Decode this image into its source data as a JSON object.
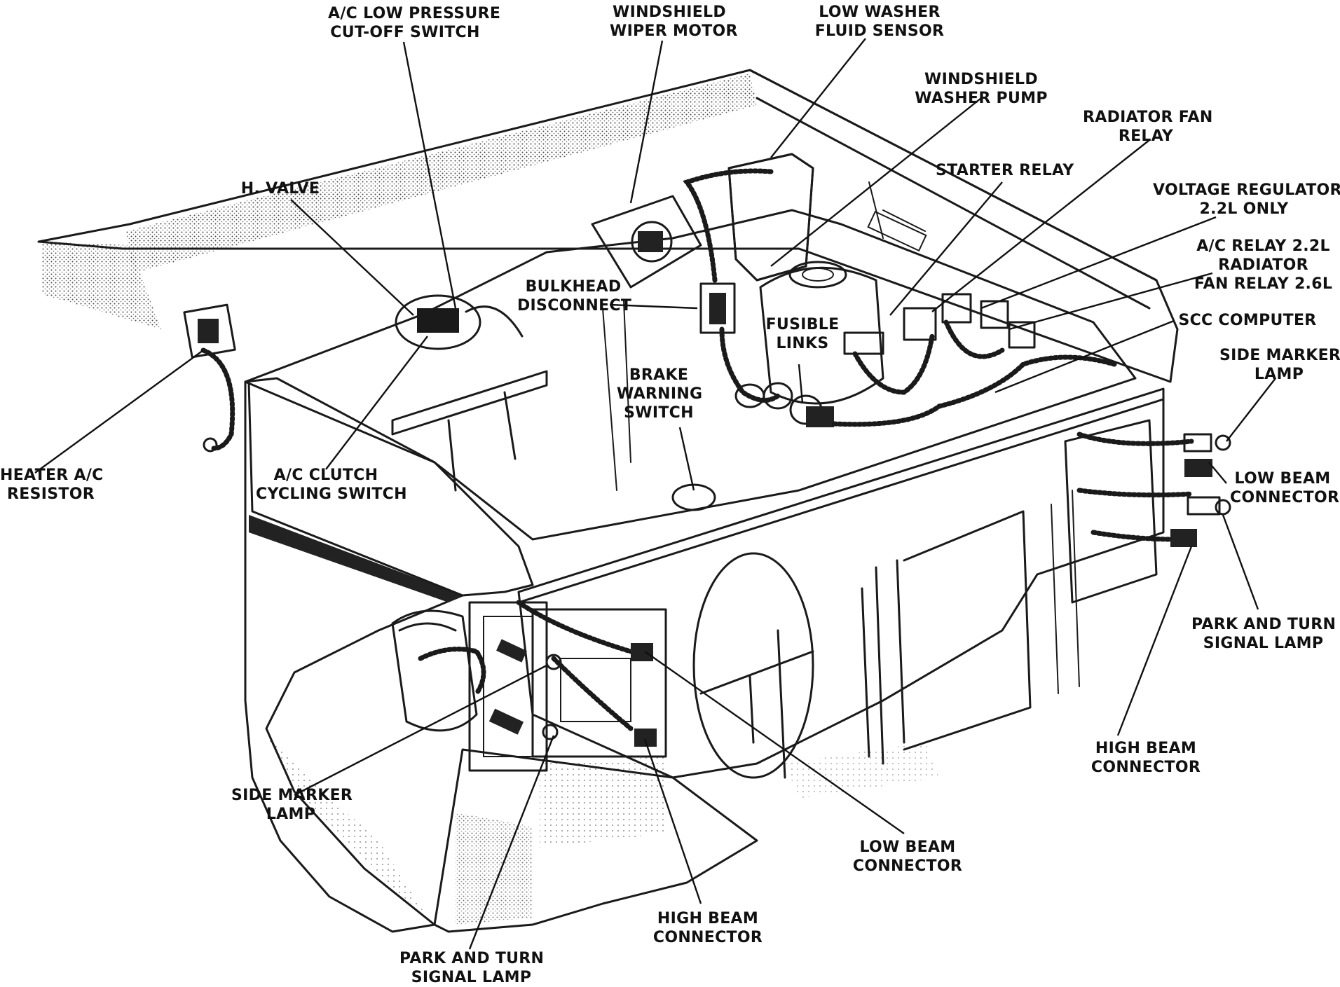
{
  "labels": {
    "ac_low_pressure": {
      "line1": "A/C LOW PRESSURE",
      "line2": "CUT-OFF SWITCH"
    },
    "windshield_wiper_motor": {
      "line1": "WINDSHIELD",
      "line2": "WIPER MOTOR"
    },
    "low_washer_fluid_sensor": {
      "line1": "LOW WASHER",
      "line2": "FLUID SENSOR"
    },
    "windshield_washer_pump": {
      "line1": "WINDSHIELD",
      "line2": "WASHER PUMP"
    },
    "radiator_fan_relay": {
      "line1": "RADIATOR FAN",
      "line2": "RELAY"
    },
    "starter_relay": {
      "line1": "STARTER RELAY"
    },
    "voltage_regulator": {
      "line1": "VOLTAGE REGULATOR",
      "line2": "2.2L ONLY"
    },
    "ac_relay": {
      "line1": "A/C RELAY 2.2L",
      "line2": "RADIATOR",
      "line3": "FAN RELAY 2.6L"
    },
    "scc_computer": {
      "line1": "SCC COMPUTER"
    },
    "side_marker_lamp_right": {
      "line1": "SIDE MARKER",
      "line2": "LAMP"
    },
    "low_beam_connector_right": {
      "line1": "LOW BEAM",
      "line2": "CONNECTOR"
    },
    "park_turn_signal_right": {
      "line1": "PARK AND TURN",
      "line2": "SIGNAL LAMP"
    },
    "high_beam_connector_right": {
      "line1": "HIGH BEAM",
      "line2": "CONNECTOR"
    },
    "h_valve": {
      "line1": "H. VALVE"
    },
    "bulkhead_disconnect": {
      "line1": "BULKHEAD",
      "line2": "DISCONNECT"
    },
    "fusible_links": {
      "line1": "FUSIBLE",
      "line2": "LINKS"
    },
    "brake_warning_switch": {
      "line1": "BRAKE",
      "line2": "WARNING",
      "line3": "SWITCH"
    },
    "heater_ac_resistor": {
      "line1": "HEATER A/C",
      "line2": "RESISTOR"
    },
    "ac_clutch_cycling_switch": {
      "line1": "A/C CLUTCH",
      "line2": "CYCLING SWITCH"
    },
    "side_marker_lamp_left": {
      "line1": "SIDE MARKER",
      "line2": "LAMP"
    },
    "low_beam_connector_left": {
      "line1": "LOW BEAM",
      "line2": "CONNECTOR"
    },
    "high_beam_connector_left": {
      "line1": "HIGH BEAM",
      "line2": "CONNECTOR"
    },
    "park_turn_signal_left": {
      "line1": "PARK AND TURN",
      "line2": "SIGNAL LAMP"
    }
  }
}
